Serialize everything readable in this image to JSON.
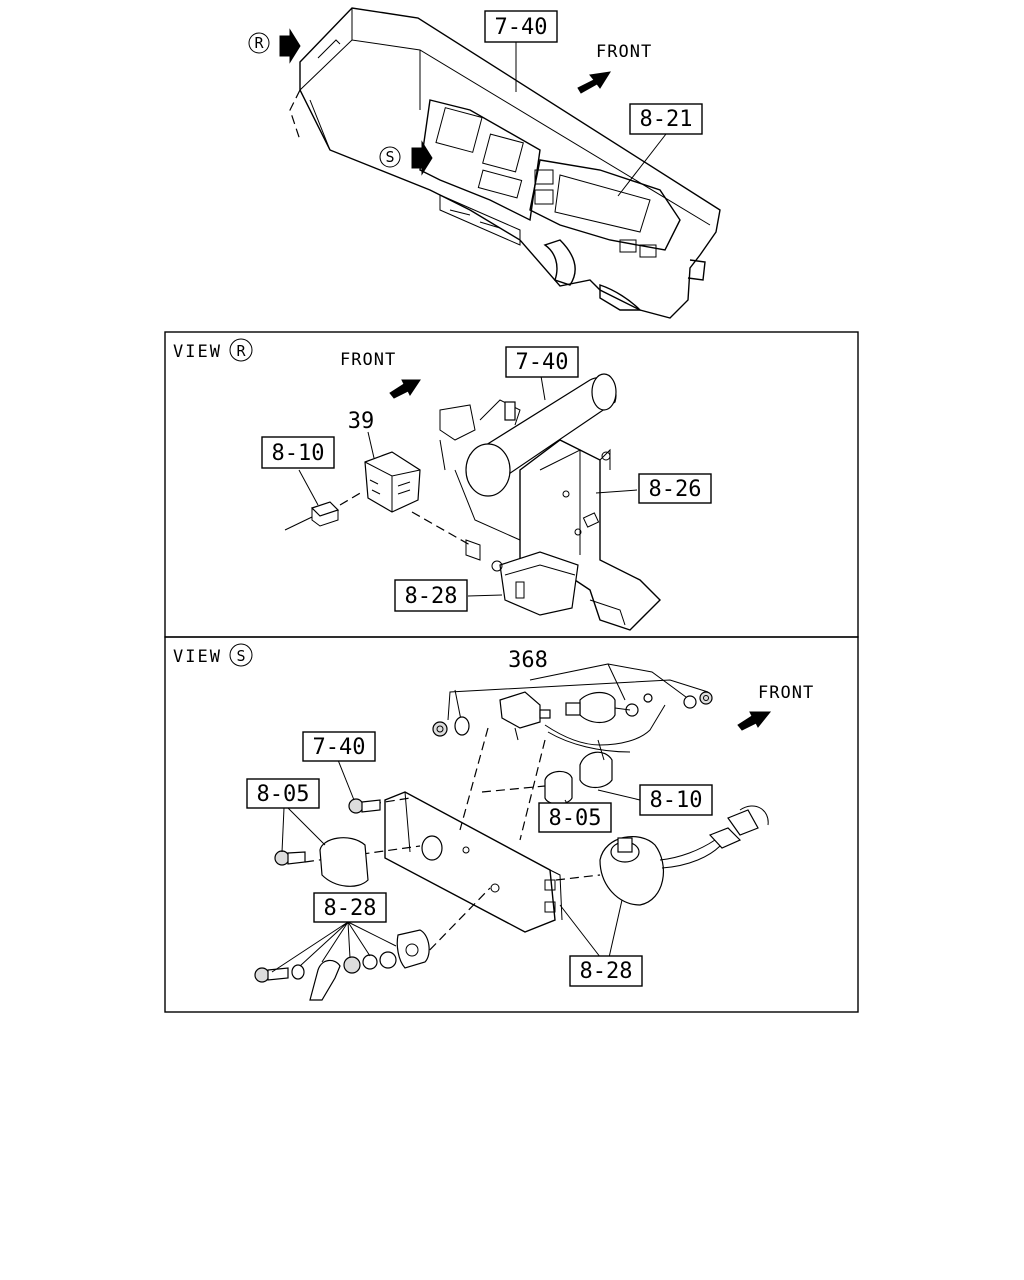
{
  "overview": {
    "labels": {
      "dash": "7-40",
      "cluster": "8-21"
    },
    "front_text": "FRONT",
    "view_markers": {
      "r": "R",
      "s": "S"
    }
  },
  "view_r": {
    "title": "VIEW",
    "marker": "R",
    "front_text": "FRONT",
    "labels": {
      "beam": "7-40",
      "relay": "39",
      "connector": "8-10",
      "bracket": "8-26",
      "module": "8-28"
    }
  },
  "view_s": {
    "title": "VIEW",
    "marker": "S",
    "front_text": "FRONT",
    "labels": {
      "hardware": "368",
      "bolt": "7-40",
      "switch_left": "8-05",
      "switch_right": "8-05",
      "connector": "8-10",
      "lock_parts": "8-28",
      "horn": "8-28"
    }
  }
}
